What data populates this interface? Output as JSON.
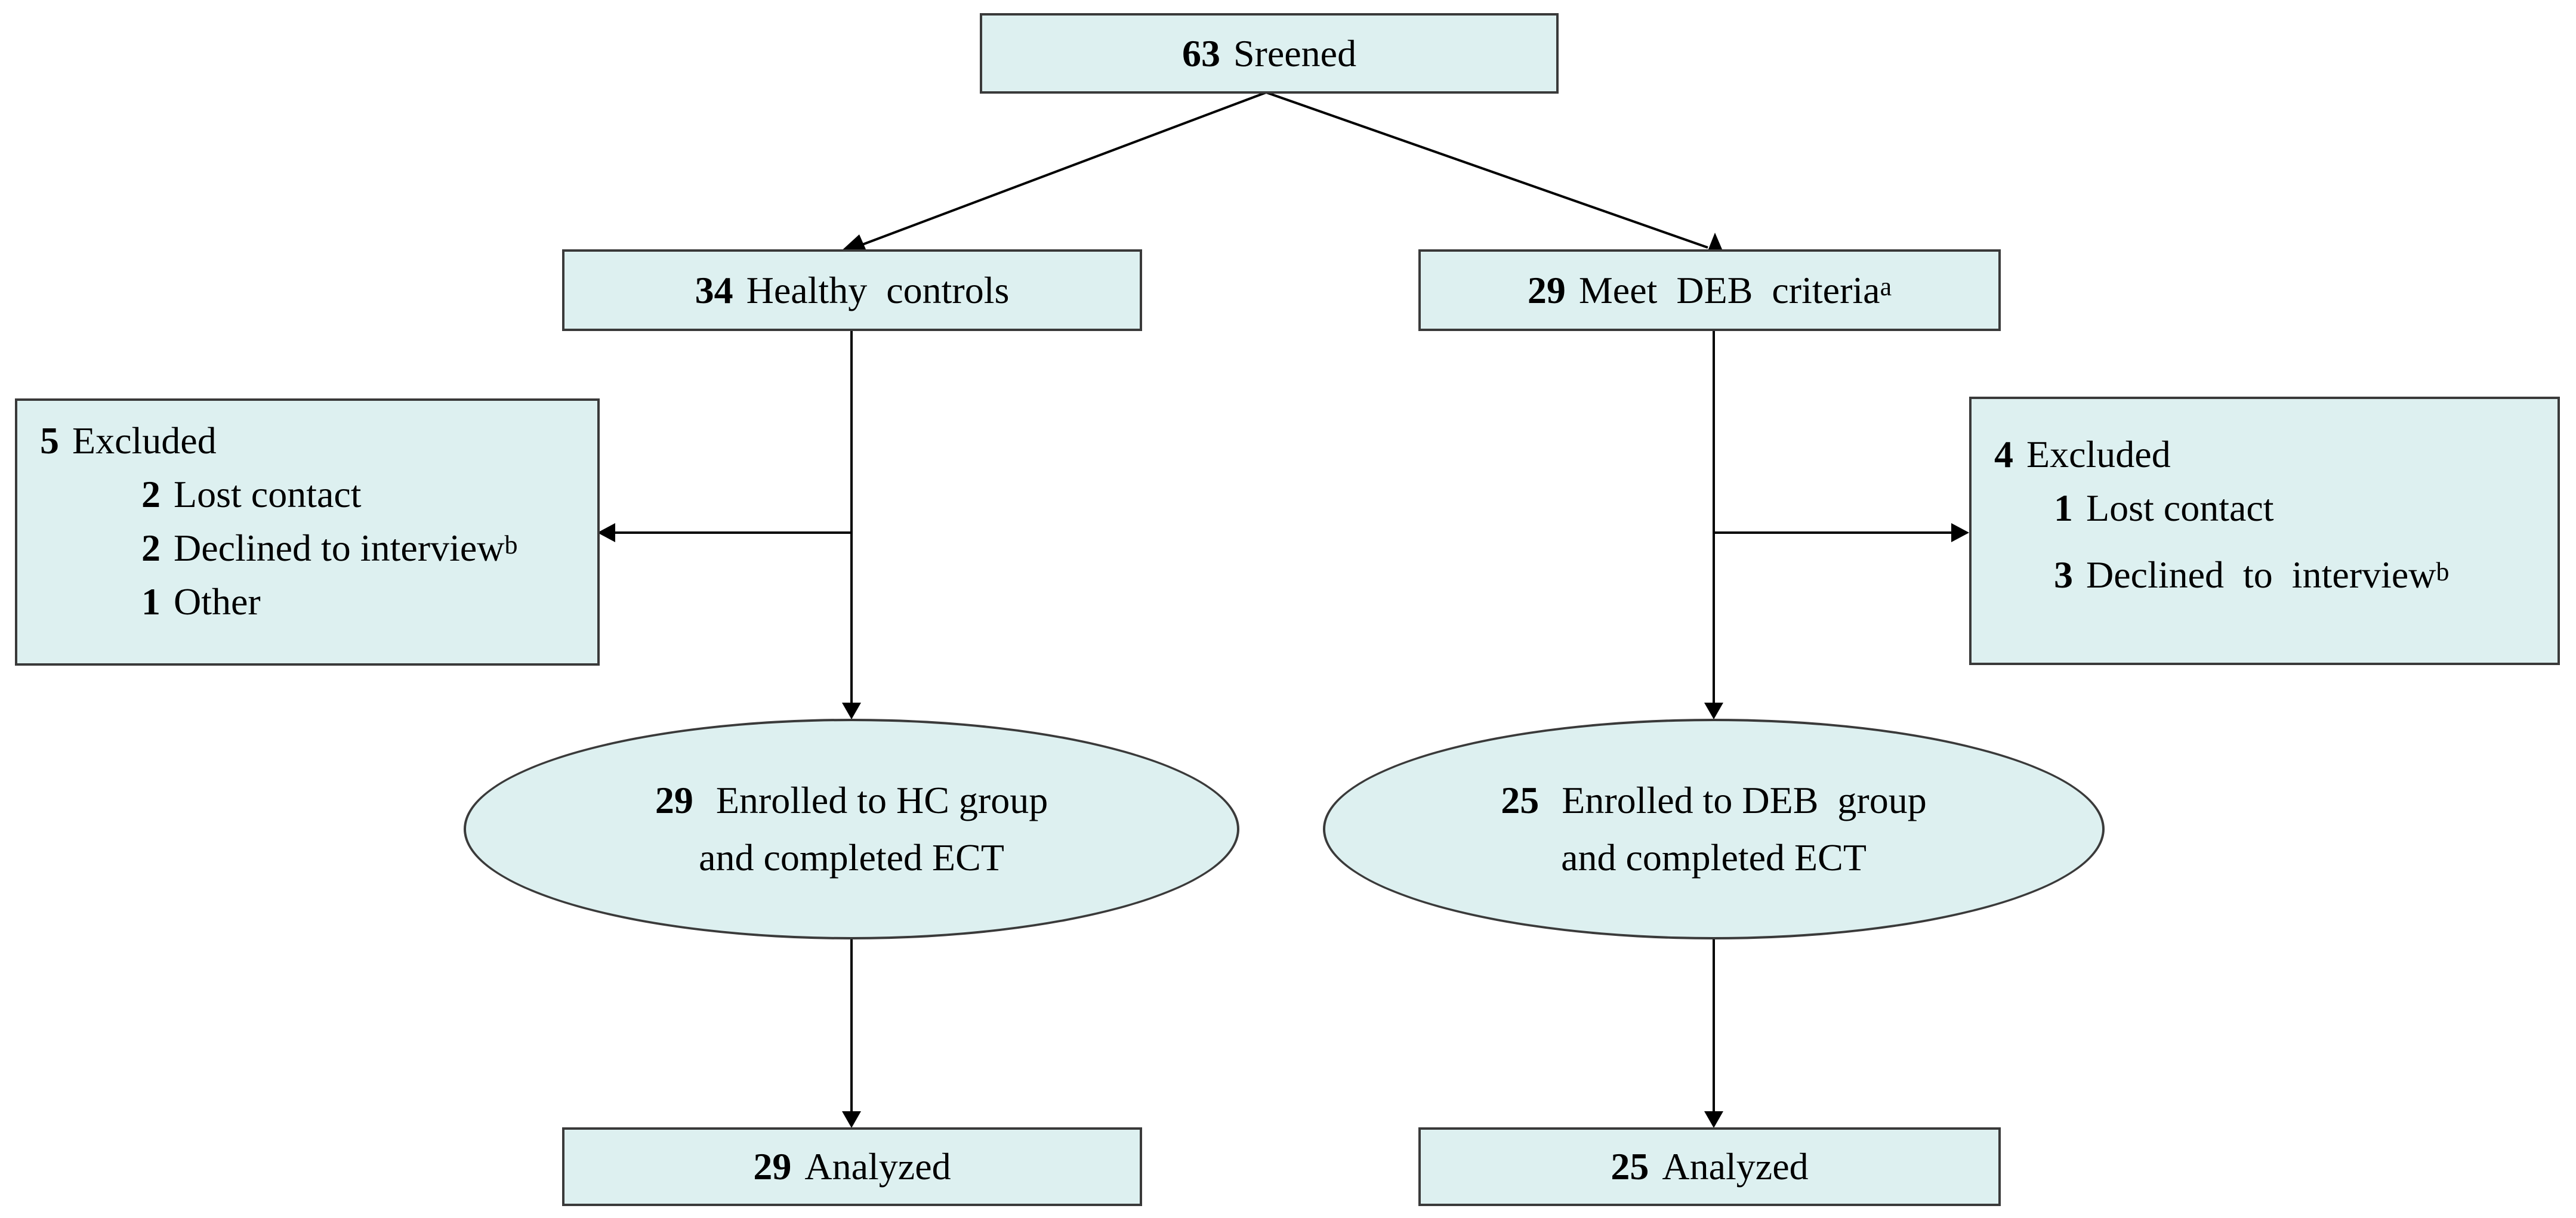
{
  "screened": {
    "count": "63",
    "label": "Sreened"
  },
  "healthy": {
    "count": "34",
    "label": "Healthy  controls"
  },
  "deb_criteria": {
    "count": "29",
    "label": "Meet  DEB  criteria",
    "sup": "a"
  },
  "excluded_left": {
    "count": "5",
    "label": "Excluded",
    "items": [
      {
        "count": "2",
        "label": "Lost contact",
        "sup": ""
      },
      {
        "count": "2",
        "label": "Declined to interview",
        "sup": "b"
      },
      {
        "count": "1",
        "label": "Other",
        "sup": ""
      }
    ]
  },
  "excluded_right": {
    "count": "4",
    "label": "Excluded",
    "items": [
      {
        "count": "1",
        "label": "Lost contact",
        "sup": ""
      },
      {
        "count": "3",
        "label": "Declined  to  interview",
        "sup": "b"
      }
    ]
  },
  "enrolled_hc": {
    "count": "29",
    "line1": "Enrolled to HC group",
    "line2": "and completed ECT"
  },
  "enrolled_deb": {
    "count": "25",
    "line1": "Enrolled to DEB  group",
    "line2": "and completed ECT"
  },
  "analyzed_hc": {
    "count": "29",
    "label": "Analyzed"
  },
  "analyzed_deb": {
    "count": "25",
    "label": "Analyzed"
  },
  "colors": {
    "box_fill": "#ddf0f0",
    "border": "#3a3a3a",
    "line": "#000000"
  }
}
